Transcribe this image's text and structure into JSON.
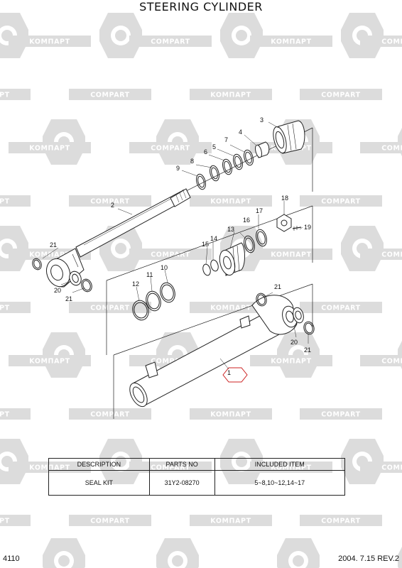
{
  "title": "STEERING CYLINDER",
  "watermark": {
    "brand_a": "KOMПAPT",
    "brand_b": "COMPART"
  },
  "callouts": {
    "c1": "1",
    "c2": "2",
    "c3": "3",
    "c4": "4",
    "c5": "5",
    "c6": "6",
    "c7": "7",
    "c8": "8",
    "c9": "9",
    "c10": "10",
    "c11": "11",
    "c12": "12",
    "c13": "13",
    "c14": "14",
    "c15": "15",
    "c16": "16",
    "c17": "17",
    "c18": "18",
    "c19": "19",
    "c20": "20",
    "c21": "21"
  },
  "table": {
    "headers": [
      "DESCRIPTION",
      "PARTS NO",
      "INCLUDED ITEM"
    ],
    "rows": [
      [
        "SEAL KIT",
        "31Y2-08270",
        "5~8,10~12,14~17"
      ]
    ]
  },
  "footer": {
    "page_number": "4110",
    "revision": "2004. 7.15  REV.2"
  },
  "colors": {
    "watermark_gray": "#dcdcdc",
    "line": "#222222",
    "highlight": "#cc2222"
  }
}
